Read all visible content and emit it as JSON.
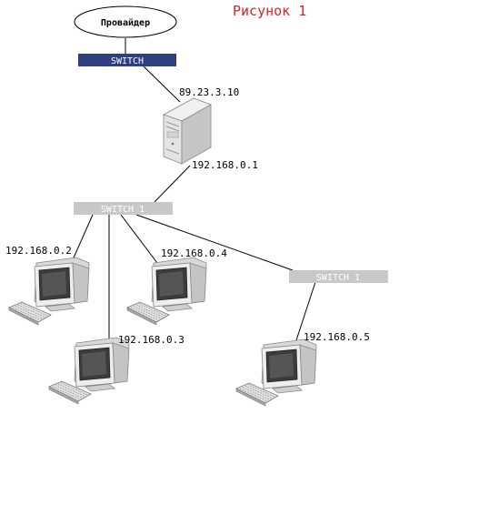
{
  "figure_title": "Рисунок 1",
  "provider": {
    "label": "Провайдер"
  },
  "switch_top": {
    "label": "SWITCH"
  },
  "switch_main": {
    "label": "SWITCH 1"
  },
  "switch_right": {
    "label": "SWITCH 1"
  },
  "server": {
    "ip_external": "89.23.3.10",
    "ip_internal": "192.168.0.1"
  },
  "pc1": {
    "ip": "192.168.0.2"
  },
  "pc2": {
    "ip": "192.168.0.3"
  },
  "pc3": {
    "ip": "192.168.0.4"
  },
  "pc4": {
    "ip": "192.168.0.5"
  },
  "colors": {
    "title": "#e02020",
    "switch_top_fill": "#2f3f7f",
    "switch_top_text": "#ffffff",
    "switch_gray_fill": "#c8c8c8",
    "switch_gray_text": "#ffffff",
    "device_body": "#e6e6e6",
    "device_shadow": "#b8b8b8",
    "screen": "#3c3c3c"
  }
}
